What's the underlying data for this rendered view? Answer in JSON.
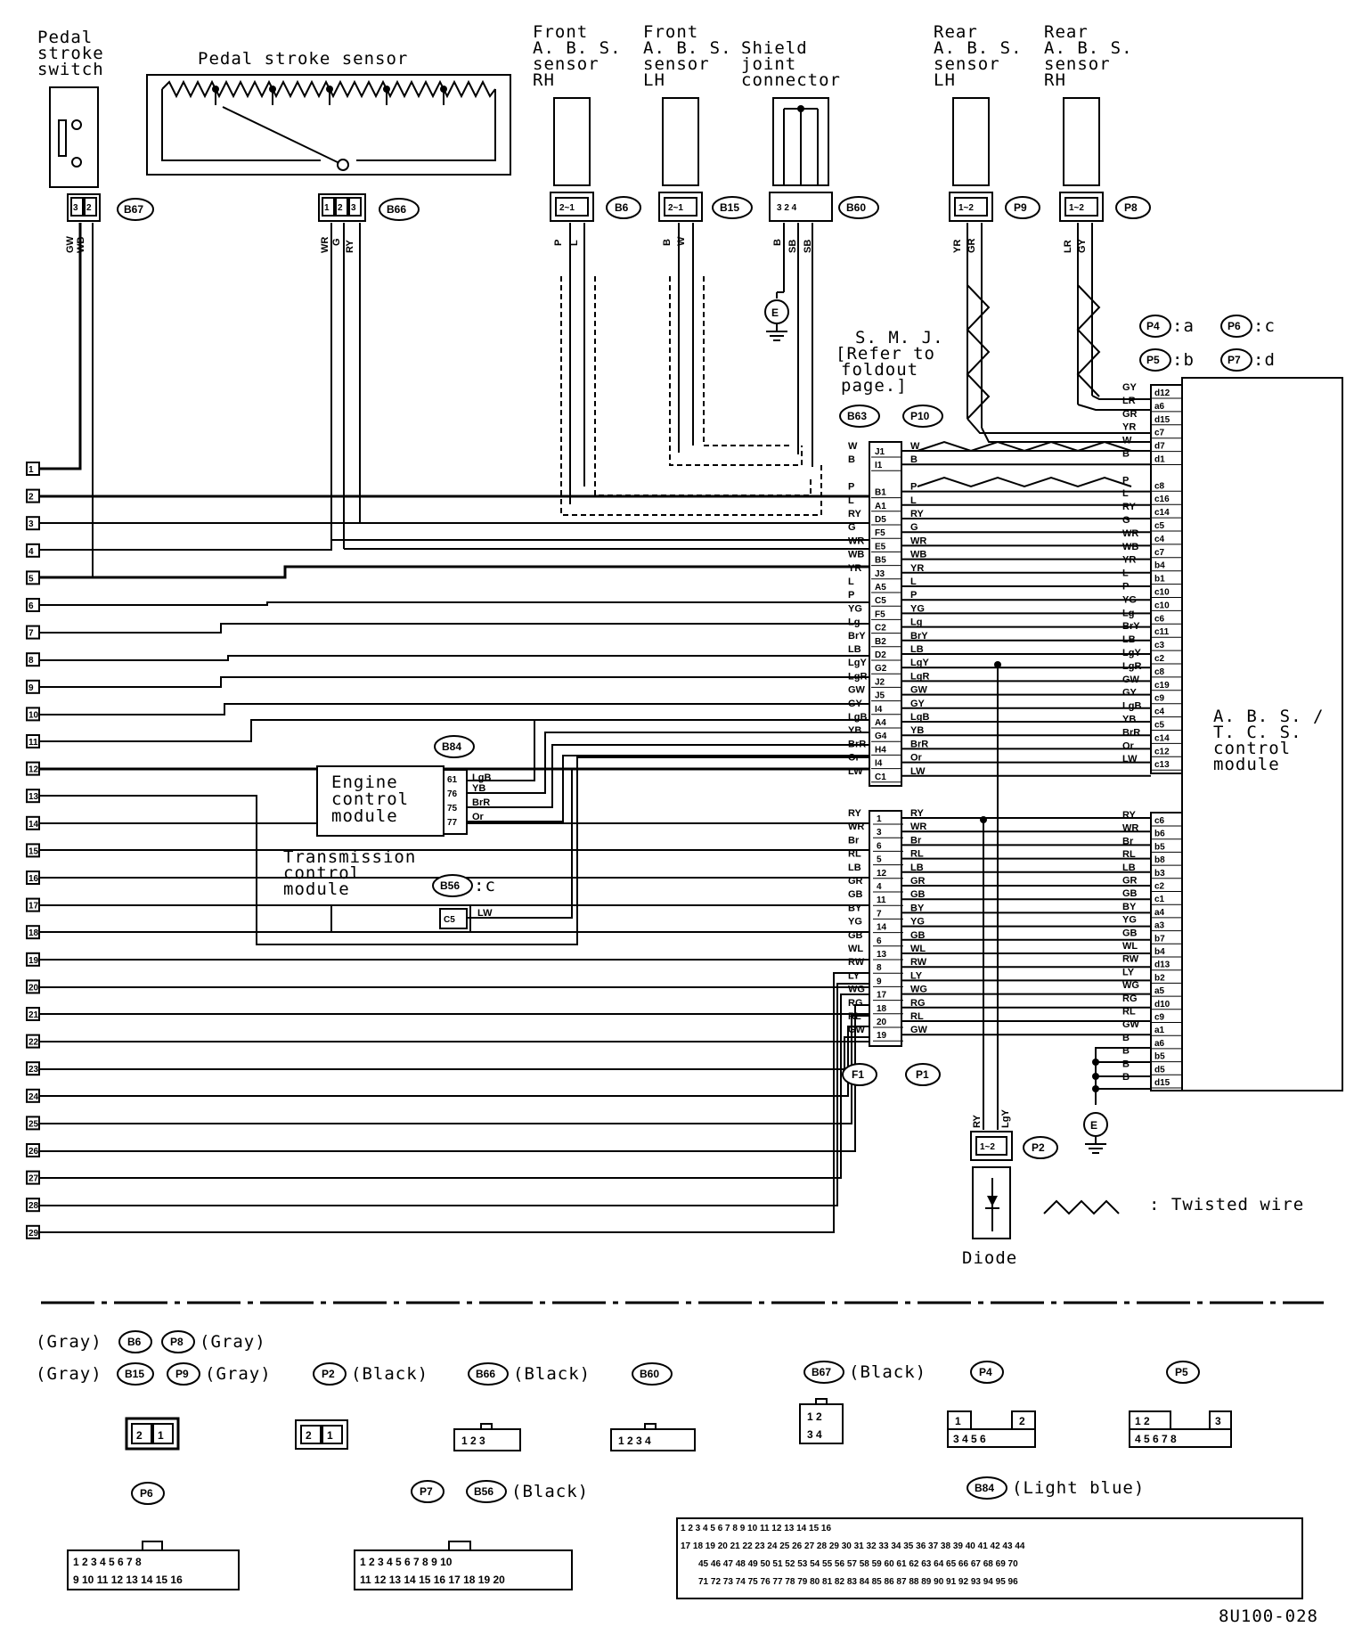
{
  "components": {
    "pedal_switch": "Pedal\nstroke\nswitch",
    "pedal_sensor": "Pedal stroke sensor",
    "front_rh": "Front\nA. B. S.\nsensor\nRH",
    "front_lh": "Front\nA. B. S.\nsensor\nLH",
    "shield": "Shield\njoint\nconnector",
    "rear_lh": "Rear\nA. B. S.\nsensor\nLH",
    "rear_rh": "Rear\nA. B. S.\nsensor\nRH",
    "smj": "S. M. J.\n[Refer to\nfoldout\npage.]",
    "engine": "Engine\ncontrol\nmodule",
    "transmission": "Transmission\ncontrol\nmodule",
    "abs_module": "A. B. S. /\nT. C. S.\ncontrol\nmodule",
    "diode": "Diode",
    "ground": "E"
  },
  "legend": {
    "twisted": ": Twisted wire",
    "map_a": ":a",
    "map_b": ":b",
    "map_c": ":c",
    "map_d": ":d",
    "code_p4": "P4",
    "code_p5": "P5",
    "code_p6": "P6",
    "code_p7": "P7"
  },
  "connector_ids": {
    "b67": "B67",
    "b66": "B66",
    "b6": "B6",
    "b15": "B15",
    "b60": "B60",
    "p9": "P9",
    "p8": "P8",
    "b63": "B63",
    "p10": "P10",
    "b84": "B84",
    "b56": "B56",
    "b56_suffix": ":c",
    "f1": "F1",
    "p1": "P1",
    "p2": "P2"
  },
  "left_terminals": [
    "1",
    "2",
    "3",
    "4",
    "5",
    "6",
    "7",
    "8",
    "9",
    "10",
    "11",
    "12",
    "13",
    "14",
    "15",
    "16",
    "17",
    "18",
    "19",
    "20",
    "21",
    "22",
    "23",
    "24",
    "25",
    "26",
    "27",
    "28",
    "29"
  ],
  "smj_upper": {
    "left_colors": [
      "W",
      "B",
      "",
      "P",
      "L",
      "RY",
      "G",
      "WR",
      "WB",
      "YR",
      "L",
      "P",
      "YG",
      "Lg",
      "BrY",
      "LB",
      "LgY",
      "LgR",
      "GW",
      "GY",
      "LgB",
      "YB",
      "BrR",
      "Or",
      "LW"
    ],
    "pins": [
      "J1",
      "I1",
      "",
      "B1",
      "A1",
      "D5",
      "F5",
      "E5",
      "B5",
      "J3",
      "A5",
      "C5",
      "F5",
      "C2",
      "B2",
      "D2",
      "G2",
      "J2",
      "J5",
      "I4",
      "A4",
      "G4",
      "H4",
      "I4",
      "C1"
    ],
    "right_colors": [
      "W",
      "B",
      "",
      "P",
      "L",
      "RY",
      "G",
      "WR",
      "WB",
      "YR",
      "L",
      "P",
      "YG",
      "Lg",
      "BrY",
      "LB",
      "LgY",
      "LgR",
      "GW",
      "GY",
      "LgB",
      "YB",
      "BrR",
      "Or",
      "LW"
    ]
  },
  "smj_lower": {
    "left_colors": [
      "RY",
      "WR",
      "Br",
      "RL",
      "LB",
      "GR",
      "GB",
      "BY",
      "YG",
      "GB",
      "WL",
      "RW",
      "LY",
      "WG",
      "RG",
      "RL",
      "GW"
    ],
    "pins": [
      "1",
      "3",
      "6",
      "5",
      "12",
      "4",
      "11",
      "7",
      "14",
      "6",
      "13",
      "8",
      "9",
      "17",
      "18",
      "20",
      "19"
    ],
    "right_colors": [
      "RY",
      "WR",
      "Br",
      "RL",
      "LB",
      "GR",
      "GB",
      "BY",
      "YG",
      "GB",
      "WL",
      "RW",
      "LY",
      "WG",
      "RG",
      "RL",
      "GW"
    ]
  },
  "abs_upper": {
    "colors": [
      "GY",
      "LR",
      "GR",
      "YR",
      "W",
      "B",
      "",
      "P",
      "L",
      "RY",
      "G",
      "WR",
      "WB",
      "YR",
      "L",
      "P",
      "YG",
      "Lg",
      "BrY",
      "LB",
      "LgY",
      "LgR",
      "GW",
      "GY",
      "LgB",
      "YB",
      "BrR",
      "Or",
      "LW"
    ],
    "pins": [
      "d12",
      "a6",
      "d15",
      "c7",
      "d7",
      "d1",
      "",
      "c8",
      "c16",
      "c14",
      "c5",
      "c4",
      "c7",
      "b4",
      "b1",
      "c10",
      "c10",
      "c6",
      "c11",
      "c3",
      "c2",
      "c8",
      "c19",
      "c9",
      "c4",
      "c5",
      "c14",
      "c12",
      "c13"
    ]
  },
  "abs_lower": {
    "colors": [
      "RY",
      "WR",
      "Br",
      "RL",
      "LB",
      "GR",
      "GB",
      "BY",
      "YG",
      "GB",
      "WL",
      "RW",
      "LY",
      "WG",
      "RG",
      "RL",
      "GW",
      "B",
      "B",
      "B",
      "B"
    ],
    "pins": [
      "c6",
      "b6",
      "b5",
      "b8",
      "b3",
      "c2",
      "c1",
      "a4",
      "a3",
      "b7",
      "b4",
      "d13",
      "b2",
      "a5",
      "d10",
      "c9",
      "a1",
      "a6",
      "b5",
      "d5",
      "d15"
    ]
  },
  "wire_codes": {
    "b67": [
      "GW",
      "WB"
    ],
    "b66": [
      "WR",
      "G",
      "RY"
    ],
    "b6": [
      "P",
      "L"
    ],
    "b15": [
      "B",
      "W"
    ],
    "b60": [
      "B",
      "SB",
      "SB"
    ],
    "p9": [
      "YR",
      "GR"
    ],
    "p8": [
      "LR",
      "GY"
    ],
    "p2": [
      "RY",
      "LgY"
    ]
  },
  "engine_pins": [
    "61",
    "76",
    "75",
    "77"
  ],
  "engine_wires": [
    "LgB",
    "YB",
    "BrR",
    "Or"
  ],
  "tcm_pin": "C5",
  "tcm_wire": "LW",
  "bottom": {
    "gray_b6": "(Gray)",
    "b6": "B6",
    "p8": "P8",
    "gray_p8": "(Gray)",
    "gray_b15": "(Gray)",
    "b15": "B15",
    "p9": "P9",
    "gray_p9": "(Gray)",
    "p2": "P2",
    "black_p2": "(Black)",
    "b66": "B66",
    "black_b66": "(Black)",
    "b60": "B60",
    "b67": "B67",
    "black_b67": "(Black)",
    "p4": "P4",
    "p5": "P5",
    "p6": "P6",
    "p7": "P7",
    "b56": "B56",
    "black_b56": "(Black)",
    "b84": "B84",
    "lightblue_b84": "(Light blue)",
    "fig_code": "8U100-028"
  }
}
